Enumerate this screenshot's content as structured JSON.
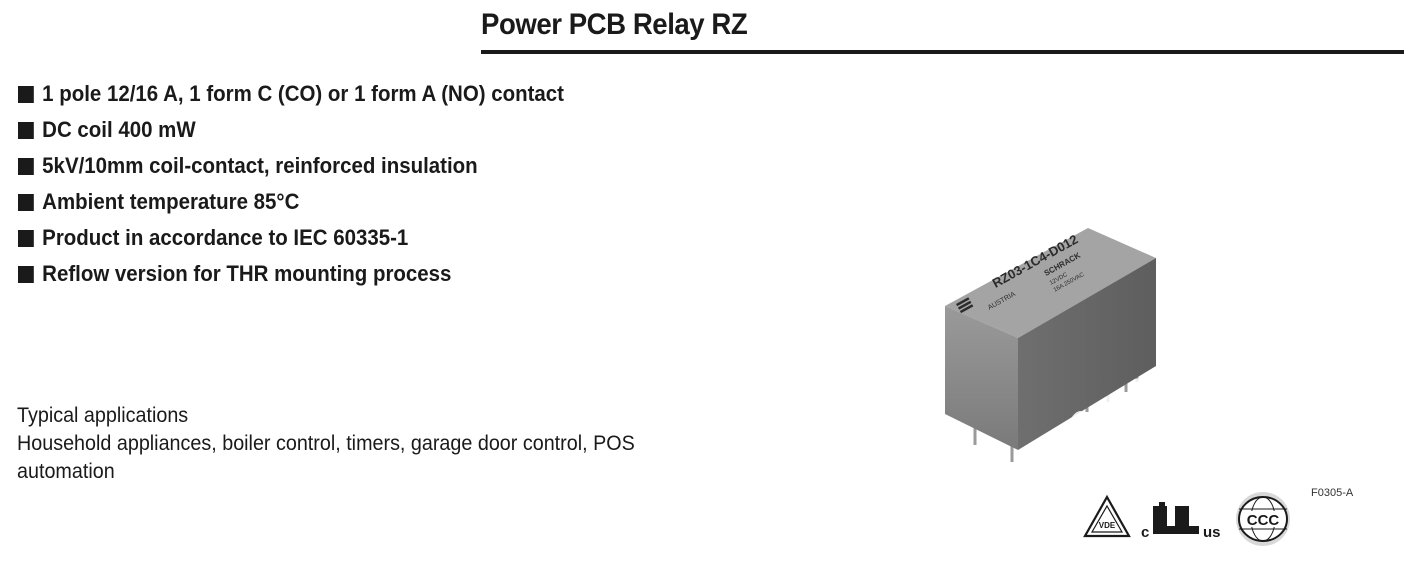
{
  "title": "Power PCB Relay RZ",
  "features": [
    "1 pole 12/16 A, 1 form C (CO) or 1 form A (NO) contact",
    "DC coil 400 mW",
    "5kV/10mm coil-contact, reinforced insulation",
    "Ambient temperature 85°C",
    "Product in accordance to IEC 60335-1",
    "Reflow version for THR mounting process"
  ],
  "applications": {
    "heading": "Typical applications",
    "body": "Household appliances, boiler control, timers, garage door control, POS automation"
  },
  "relay_image": {
    "label_part": "RZ03-1C4-D012",
    "label_brand": "SCHRACK",
    "label_origin": "AUSTRIA",
    "label_coil": "12VDC",
    "label_rating": "16A 250VAC"
  },
  "figure_code": "F0305-A",
  "certifications": {
    "vde": "VDE",
    "ul_c": "c",
    "ul_us": "us",
    "ccc": "CCC"
  },
  "colors": {
    "text": "#1a1a1a",
    "relay_body": "#8c8c8c"
  }
}
